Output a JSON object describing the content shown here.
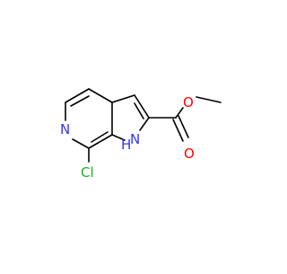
{
  "molecule": {
    "atom_labels": {
      "N6": "N",
      "H1": "H",
      "N1": "N",
      "Cl": "Cl",
      "O_carbonyl": "O",
      "O_ester": "O"
    },
    "colors": {
      "bond": "#000000",
      "nitrogen": "#3333ff",
      "oxygen": "#ff0000",
      "chlorine": "#1fae1f"
    }
  }
}
